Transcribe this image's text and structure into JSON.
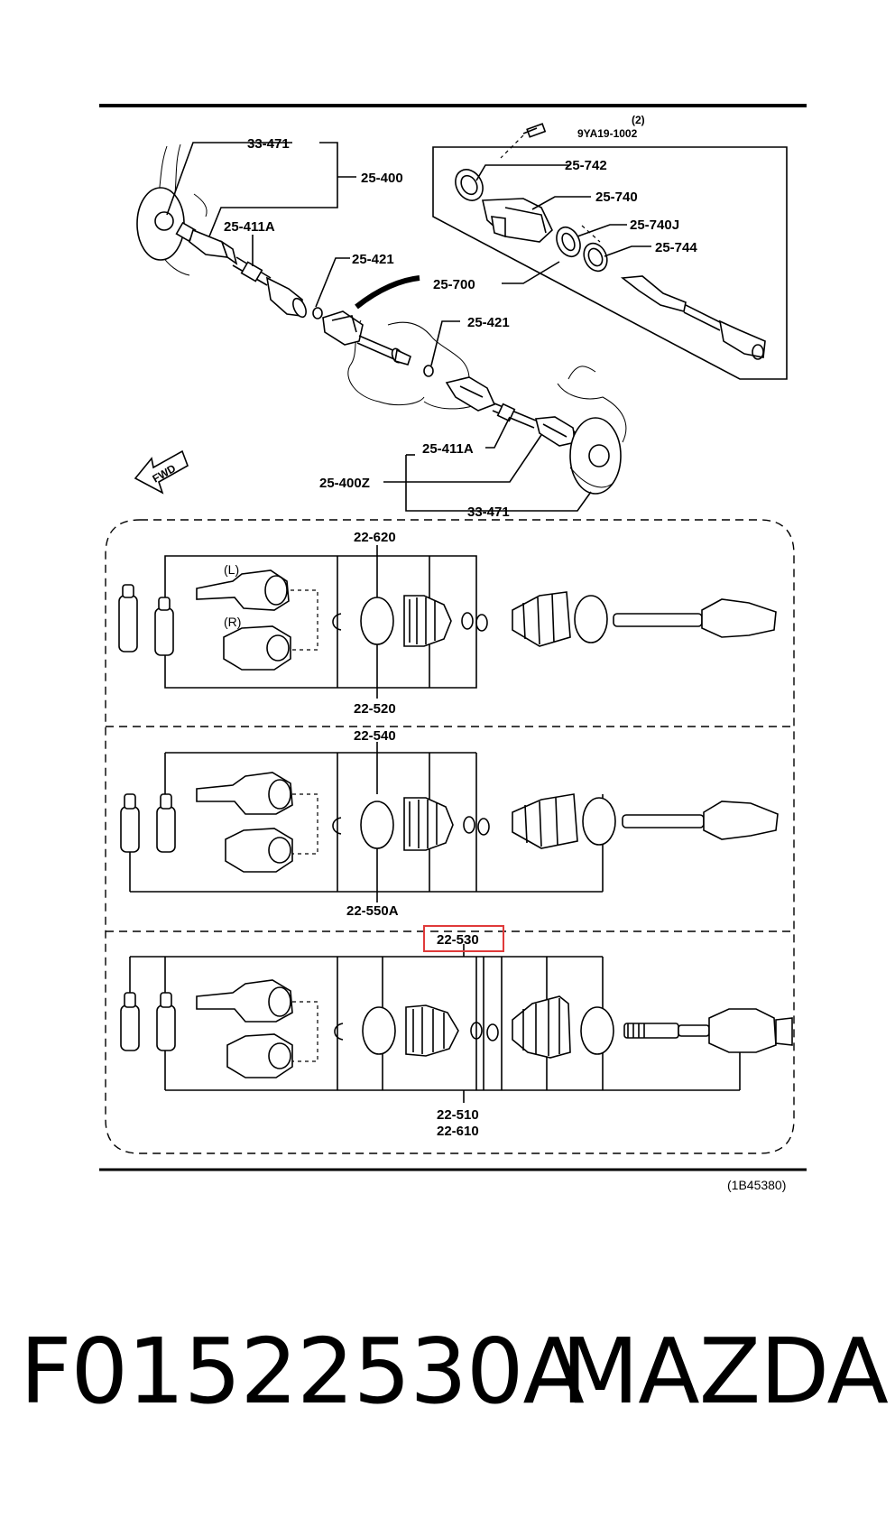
{
  "labels": {
    "top": {
      "l_33_471_a": "33-471",
      "l_25_400": "25-400",
      "l_25_411A_a": "25-411A",
      "l_25_421_a": "25-421",
      "l_qty": "(2)",
      "l_9YA19": "9YA19-1002",
      "l_25_742": "25-742",
      "l_25_740": "25-740",
      "l_25_740J": "25-740J",
      "l_25_744": "25-744",
      "l_25_700": "25-700",
      "l_25_421_b": "25-421",
      "l_25_411A_b": "25-411A",
      "l_25_400Z": "25-400Z",
      "l_33_471_b": "33-471",
      "l_fwd": "FWD"
    },
    "panel1": {
      "top": "22-620",
      "bottom": "22-520",
      "left_tag": "(L)",
      "right_tag": "(R)"
    },
    "panel2": {
      "top": "22-540",
      "bottom": "22-550A"
    },
    "panel3": {
      "top_highlighted": "22-530",
      "bottom_1": "22-510",
      "bottom_2": "22-610"
    },
    "reference": "(1B45380)"
  },
  "highlight_color": "#e03a3a",
  "caption": {
    "part_number": "F01522530A",
    "brand": "MAZDA"
  }
}
